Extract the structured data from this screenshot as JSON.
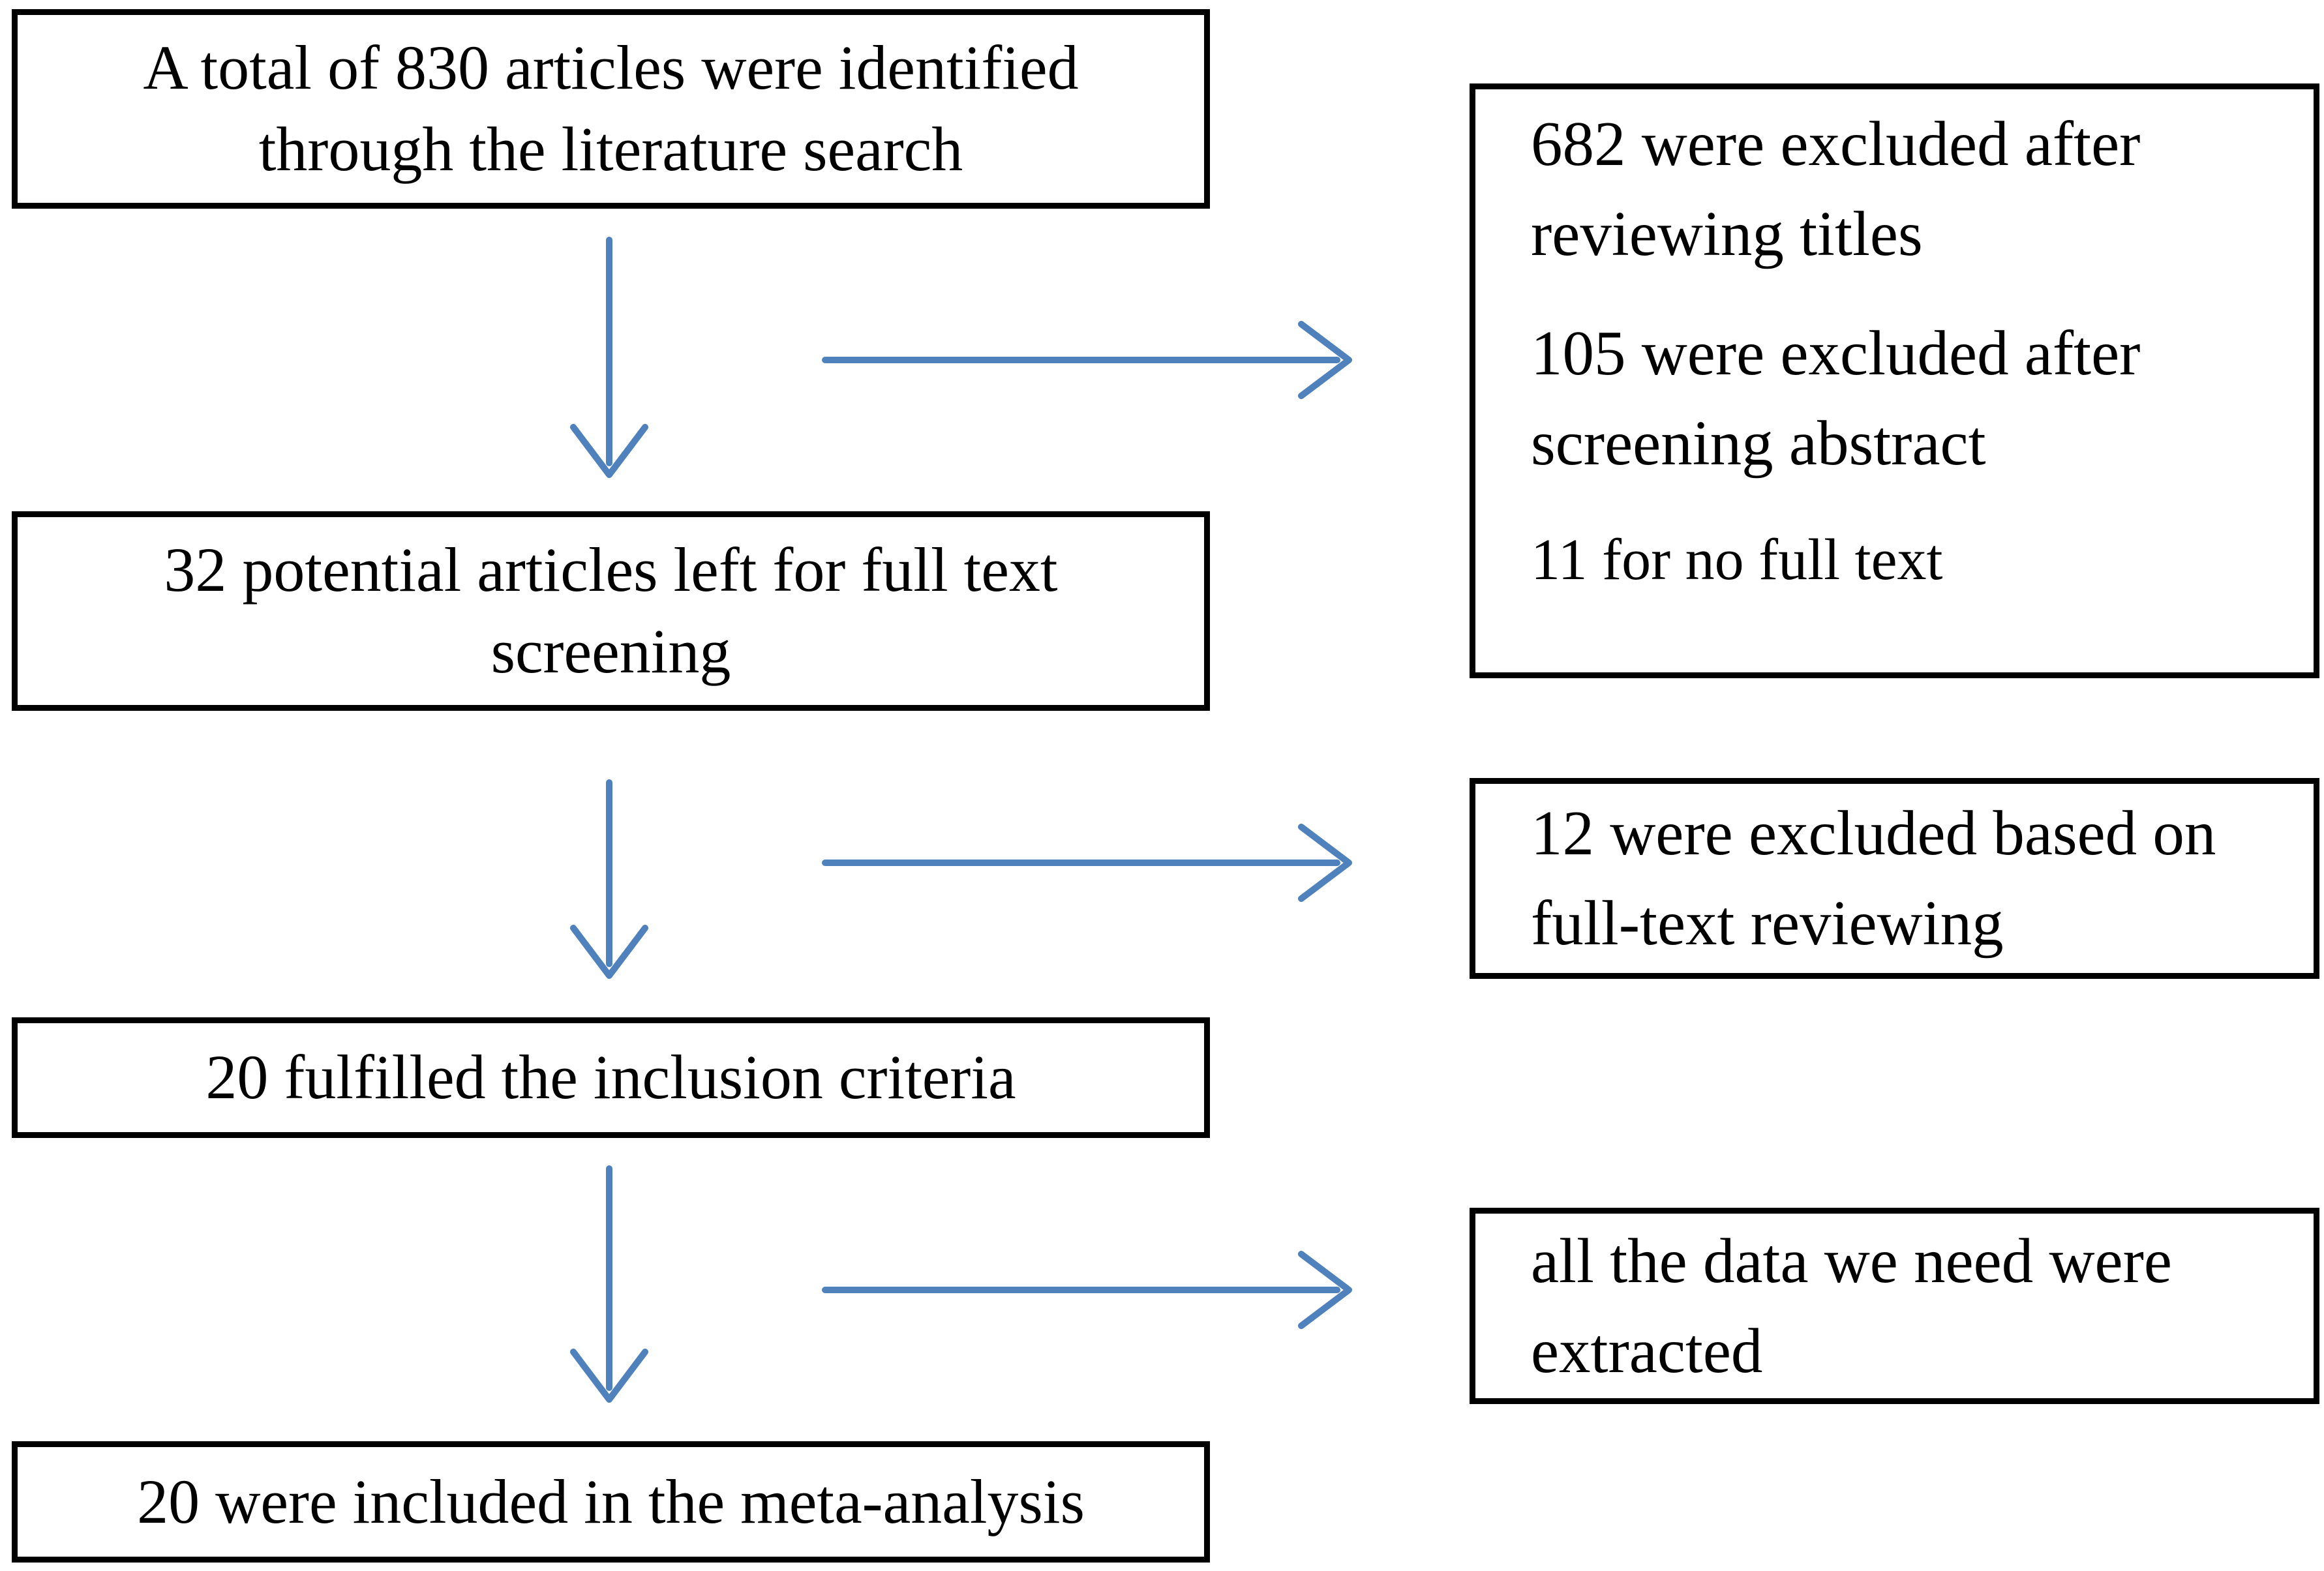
{
  "figure": {
    "background": "#ffffff",
    "border_color": "#000000",
    "text_color": "#000000",
    "arrow_color": "#4f81bd",
    "main_boxes": [
      {
        "lines": [
          "A total of 830 articles were identified",
          "through the literature search"
        ]
      },
      {
        "lines": [
          "32 potential articles left for full text",
          "screening"
        ]
      },
      {
        "lines": [
          "20 fulfilled the inclusion criteria"
        ]
      },
      {
        "lines": [
          "20 were included in the meta-analysis"
        ]
      }
    ],
    "exclusion_boxes": [
      {
        "items": [
          {
            "lines": [
              "682 were excluded after",
              "reviewing titles"
            ]
          },
          {
            "lines": [
              "105 were excluded after",
              "screening abstract"
            ]
          },
          {
            "lines": [
              "11 for no full text"
            ]
          }
        ]
      },
      {
        "items": [
          {
            "lines": [
              "12 were excluded based on",
              "full-text reviewing"
            ]
          }
        ]
      },
      {
        "items": [
          {
            "lines": [
              "all the data we need were",
              "extracted"
            ]
          }
        ]
      }
    ]
  }
}
